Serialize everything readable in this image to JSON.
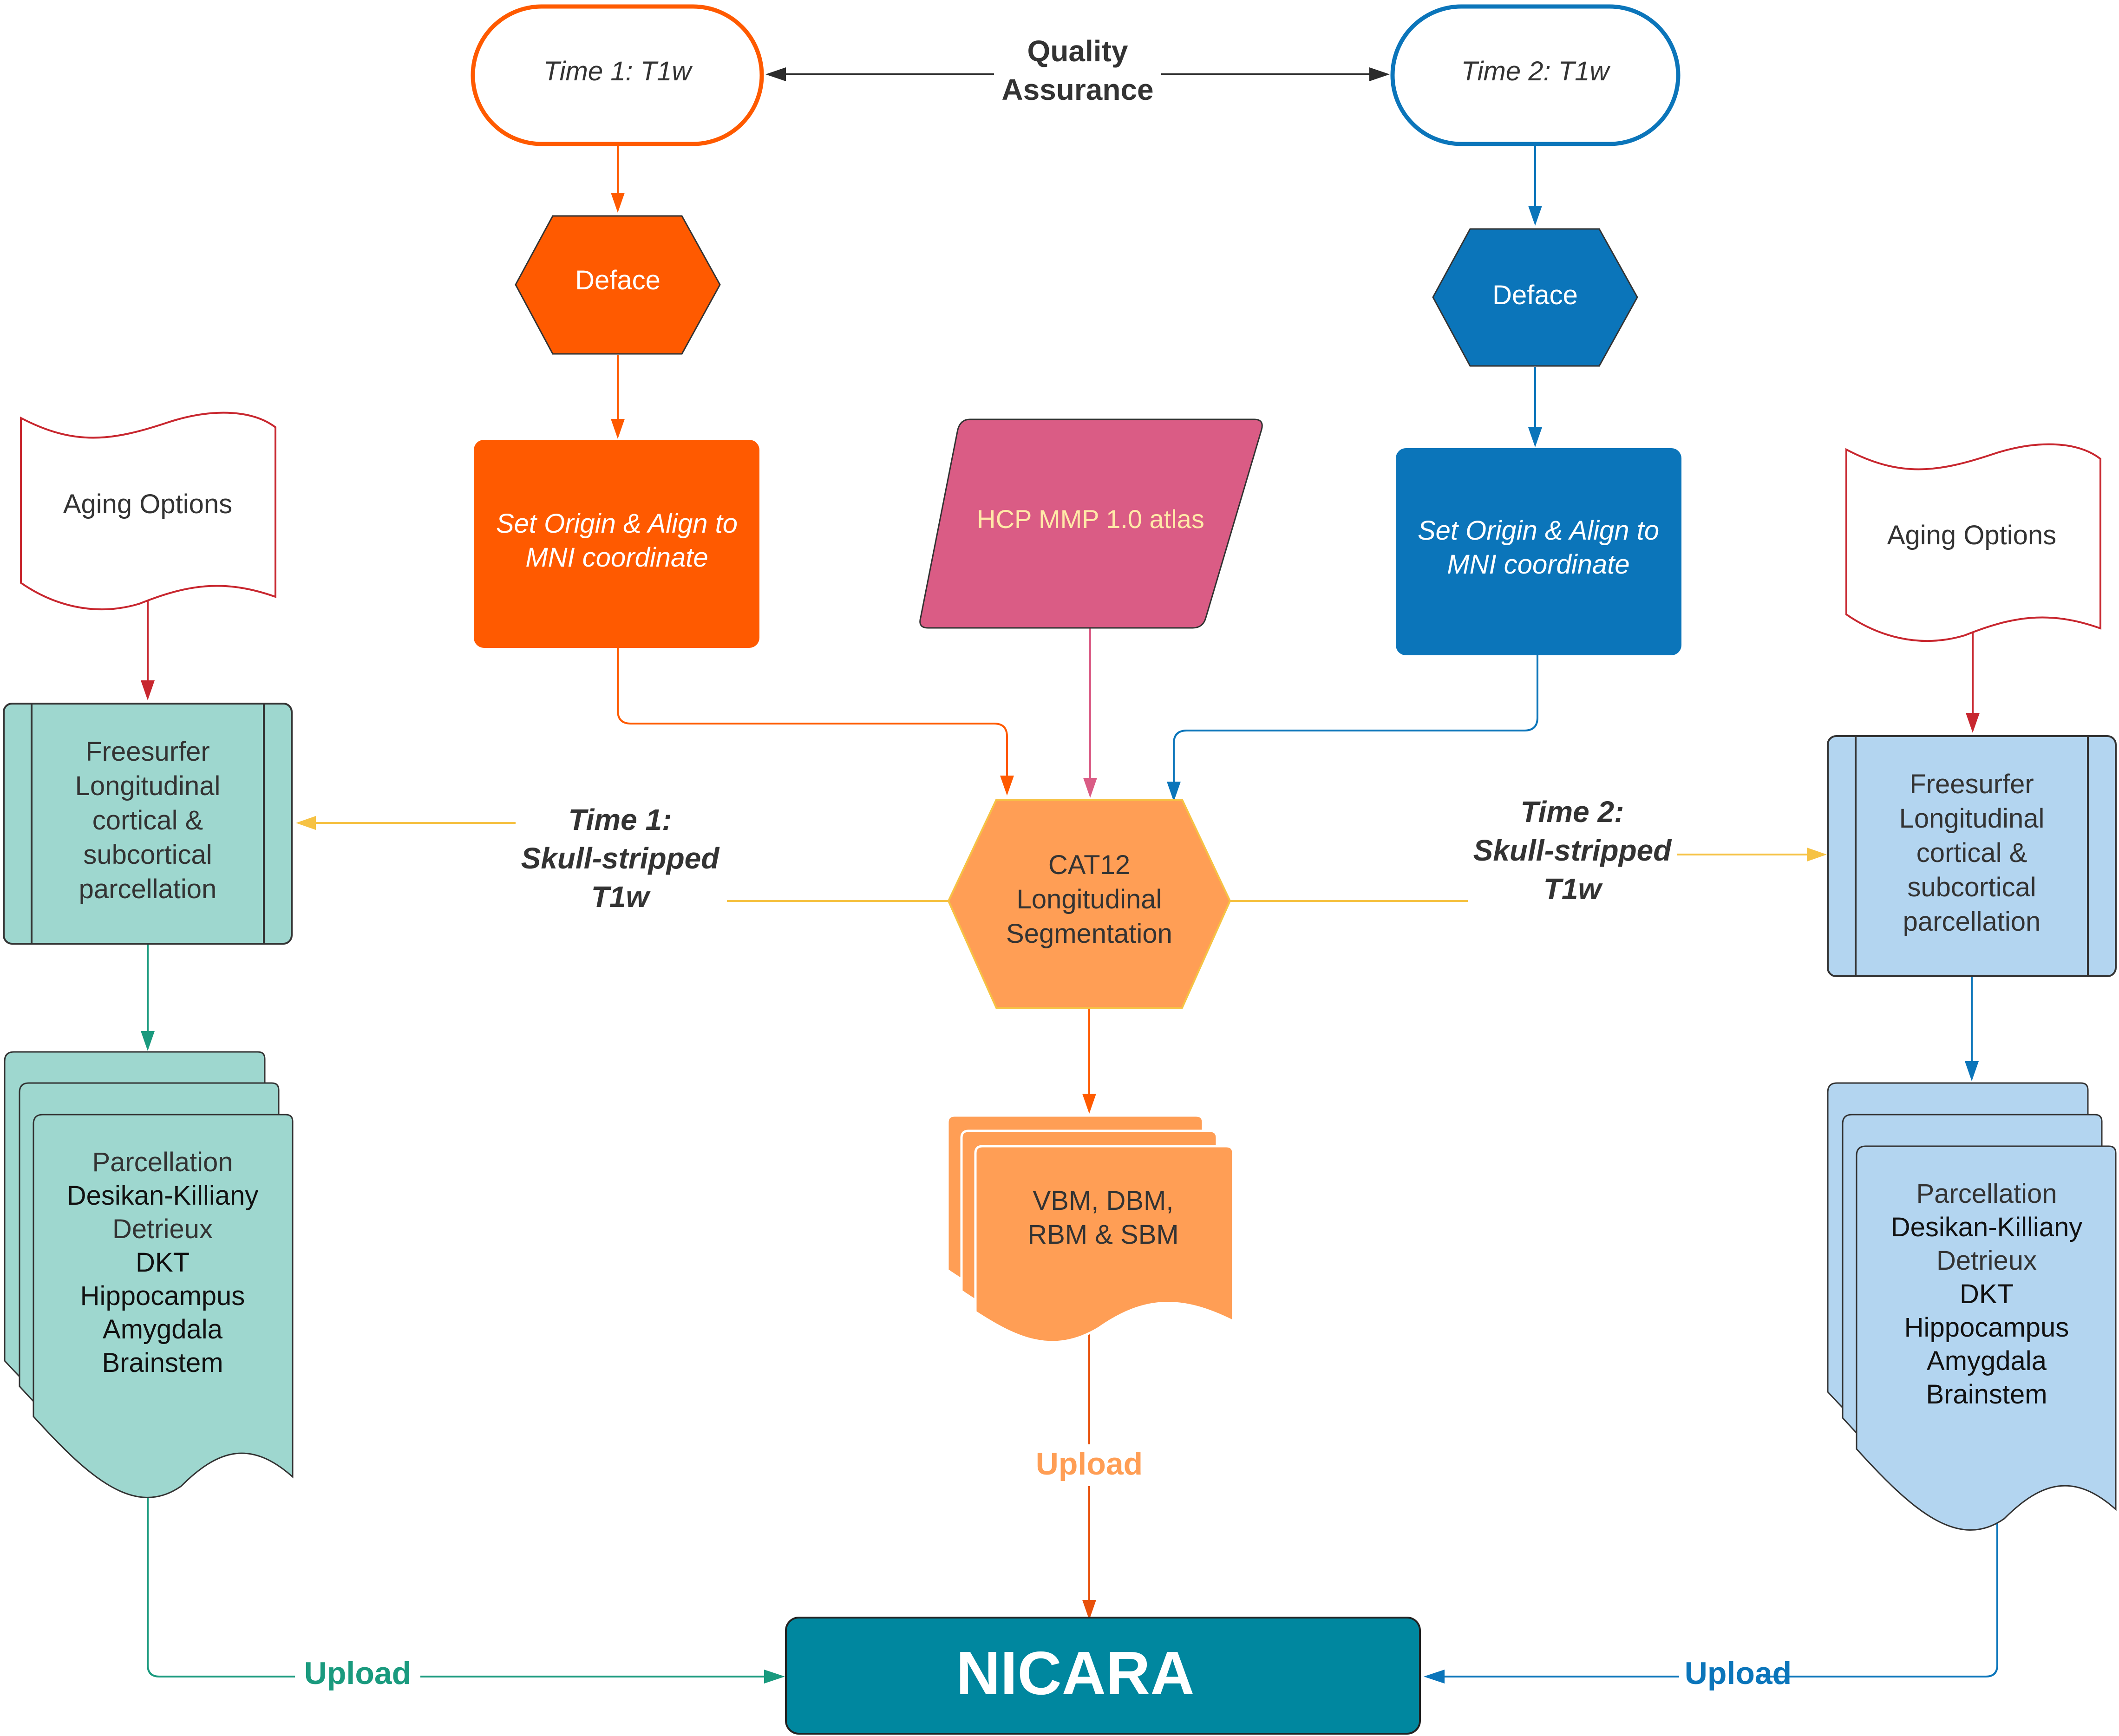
{
  "colors": {
    "orange": "#FF5A00",
    "orange_dark": "#E8500A",
    "light_orange": "#FF9E55",
    "blue": "#0B75BA",
    "light_blue": "#B3D5F0",
    "teal_fill": "#9ED7CF",
    "teal_line": "#1A9A7E",
    "pink": "#DA5C85",
    "red": "#C8272F",
    "yellow": "#F6C244",
    "nicara": "#00879F"
  },
  "time1": {
    "input": "Time 1: T1w",
    "deface": "Deface",
    "align_line1": "Set Origin & Align to",
    "align_line2": "MNI coordinate"
  },
  "time2": {
    "input": "Time 2: T1w",
    "deface": "Deface",
    "align_line1": "Set Origin & Align to",
    "align_line2": "MNI coordinate"
  },
  "qa": {
    "line1": "Quality",
    "line2": "Assurance"
  },
  "atlas": "HCP MMP 1.0 atlas",
  "cat12": {
    "line1": "CAT12",
    "line2": "Longitudinal",
    "line3": "Segmentation"
  },
  "outputs": {
    "line1": "VBM, DBM,",
    "line2": "RBM & SBM"
  },
  "skull1": {
    "line1": "Time 1:",
    "line2": "Skull-stripped",
    "line3": "T1w"
  },
  "skull2": {
    "line1": "Time 2:",
    "line2": "Skull-stripped",
    "line3": "T1w"
  },
  "aging_left": "Aging Options",
  "aging_right": "Aging Options",
  "freesurfer": {
    "line1": "Freesurfer",
    "line2": "Longitudinal",
    "line3": "cortical &",
    "line4": "subcortical",
    "line5": "parcellation"
  },
  "parcellation": [
    "Parcellation",
    "Desikan-Killiany",
    "Detrieux",
    "DKT",
    "Hippocampus",
    "Amygdala",
    "Brainstem"
  ],
  "upload_center": "Upload",
  "upload_left": "Upload",
  "upload_right": "Upload",
  "nicara": "NICARA"
}
